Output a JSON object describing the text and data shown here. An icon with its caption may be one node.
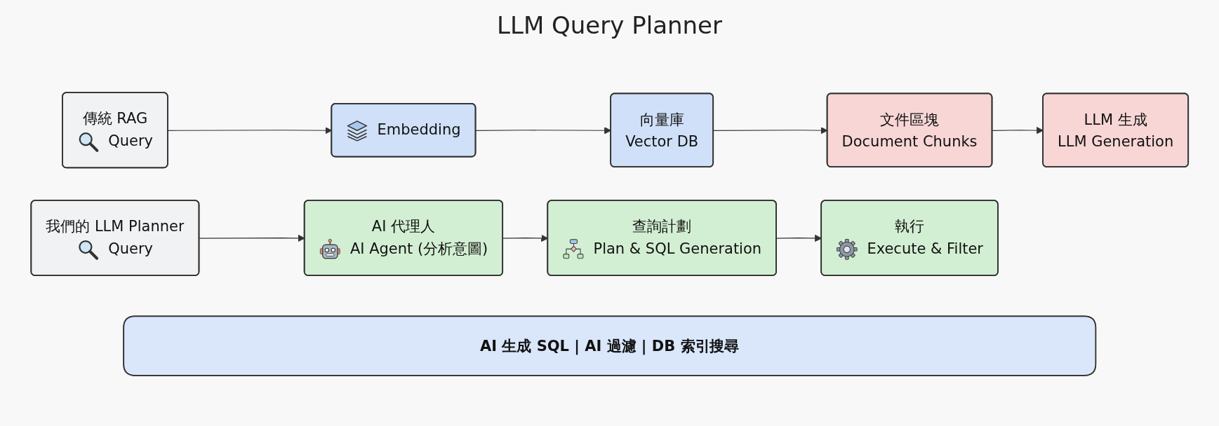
{
  "diagram": {
    "title": "LLM Query Planner",
    "nodes": [
      {
        "text": [
          "傳統 RAG",
          "Query"
        ]
      },
      {
        "text": [
          "Embedding"
        ]
      },
      {
        "text": [
          "向量庫",
          "Vector DB"
        ]
      },
      {
        "text": [
          "文件區塊",
          "Document Chunks"
        ]
      },
      {
        "text": [
          "LLM 生成",
          "LLM Generation"
        ]
      },
      {
        "text": [
          "我們的 LLM Planner",
          "Query"
        ]
      },
      {
        "text": [
          "AI 代理人",
          "AI Agent (分析意圖)"
        ]
      },
      {
        "text": [
          "查詢計劃",
          "Plan & SQL Generation"
        ]
      },
      {
        "text": [
          "執行",
          "Execute & Filter"
        ]
      },
      {
        "text": [
          "AI 生成 SQL | AI 過濾 | DB 索引搜尋"
        ]
      }
    ],
    "edges": [
      {
        "from": 0,
        "to": 1,
        "arrow": "to"
      },
      {
        "from": 1,
        "to": 2,
        "arrow": "to"
      },
      {
        "from": 2,
        "to": 3,
        "arrow": "to"
      },
      {
        "from": 3,
        "to": 4,
        "arrow": "to"
      },
      {
        "from": 5,
        "to": 6,
        "arrow": "to"
      },
      {
        "from": 6,
        "to": 7,
        "arrow": "to"
      },
      {
        "from": 7,
        "to": 8,
        "arrow": "to"
      }
    ]
  }
}
